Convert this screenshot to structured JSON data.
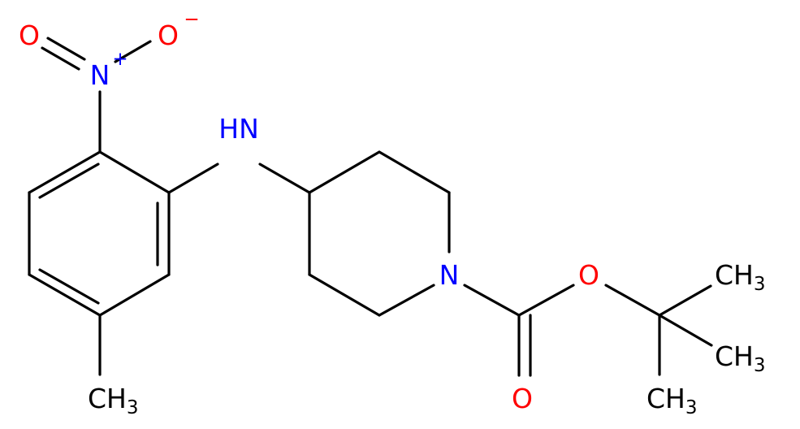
{
  "colors": {
    "bond": "#000000",
    "carbon": "#000000",
    "nitrogen": "#0000ff",
    "oxygen": "#ff0000"
  },
  "atoms": {
    "nitro_o_left": "O",
    "nitro_o_right": "O",
    "nitro_o_charge": "−",
    "nitro_n": "N",
    "nitro_n_charge": "+",
    "amine": "HN",
    "piperidine_n": "N",
    "ester_o": "O",
    "carbonyl_o": "O",
    "aryl_methyl_main": "CH",
    "aryl_methyl_sub": "3",
    "tbu_methyl_top_main": "CH",
    "tbu_methyl_top_sub": "3",
    "tbu_methyl_mid_main": "CH",
    "tbu_methyl_mid_sub": "3",
    "tbu_methyl_bot_main": "CH",
    "tbu_methyl_bot_sub": "3"
  }
}
